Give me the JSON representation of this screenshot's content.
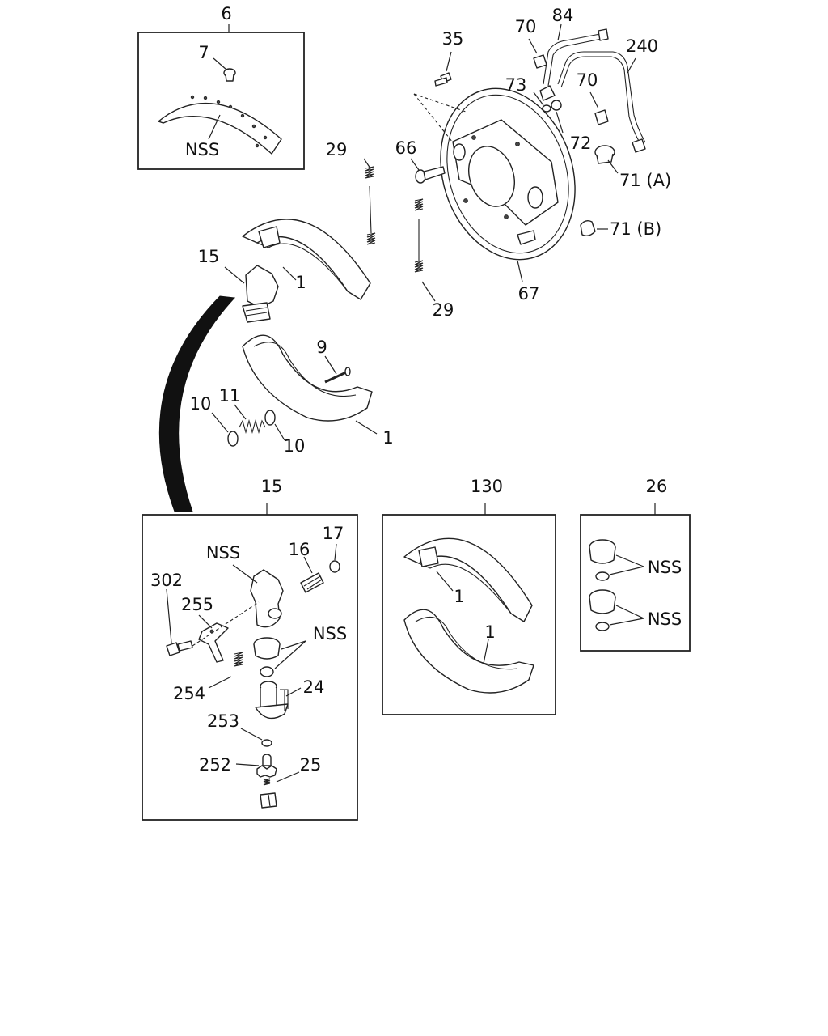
{
  "labels": {
    "l6": "6",
    "l7": "7",
    "lNSS_lining": "NSS",
    "l35": "35",
    "l70a": "70",
    "l84": "84",
    "l240": "240",
    "l73": "73",
    "l70b": "70",
    "l72": "72",
    "l66": "66",
    "l71a": "71 (A)",
    "l71b": "71 (B)",
    "l67": "67",
    "l29a": "29",
    "l29b": "29",
    "l15a": "15",
    "l1a": "1",
    "l9": "9",
    "l11": "11",
    "l10a": "10",
    "l10b": "10",
    "l1b": "1",
    "l15b": "15",
    "l130": "130",
    "l26": "26",
    "lNSS_adj": "NSS",
    "l16": "16",
    "l17": "17",
    "l302": "302",
    "l255": "255",
    "lNSS_seal": "NSS",
    "l254": "254",
    "l24": "24",
    "l253": "253",
    "l252": "252",
    "l25": "25",
    "l1c": "1",
    "l1d": "1",
    "lNSS_k1": "NSS",
    "lNSS_k2": "NSS"
  }
}
